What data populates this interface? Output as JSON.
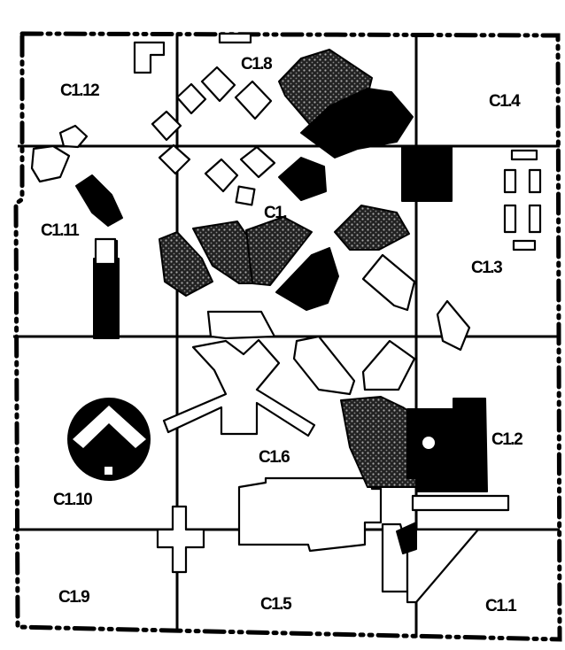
{
  "map": {
    "zones": [
      {
        "id": "C1.1",
        "label": "C1.1"
      },
      {
        "id": "C1.2",
        "label": "C1.2"
      },
      {
        "id": "C1.3",
        "label": "C1.3"
      },
      {
        "id": "C1.4",
        "label": "C1.4"
      },
      {
        "id": "C1.5",
        "label": "C1.5"
      },
      {
        "id": "C1.6",
        "label": "C1.6"
      },
      {
        "id": "C1.7",
        "label": "C1."
      },
      {
        "id": "C1.8",
        "label": "C1.8"
      },
      {
        "id": "C1.9",
        "label": "C1.9"
      },
      {
        "id": "C1.10",
        "label": "C1.10"
      },
      {
        "id": "C1.11",
        "label": "C1.11"
      },
      {
        "id": "C1.12",
        "label": "C1.12"
      }
    ],
    "colors": {
      "ink": "#000000",
      "paper": "#ffffff",
      "stipple": "#555555"
    }
  }
}
